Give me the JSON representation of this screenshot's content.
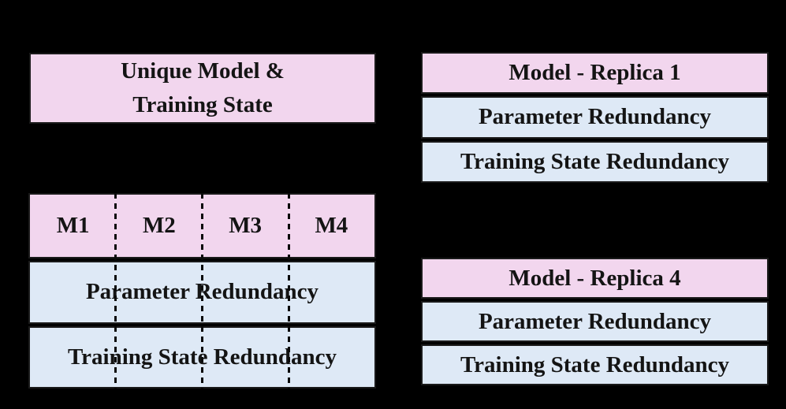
{
  "canvas": {
    "background": "#000000"
  },
  "colors": {
    "pink_fill": "#F2D6EE",
    "blue_fill": "#DEE9F6",
    "text": "#141414",
    "divider": "#0a0a0a"
  },
  "unique_box": {
    "line1": "Unique Model &",
    "line2": "Training State"
  },
  "sharded_table": {
    "shards": [
      "M1",
      "M2",
      "M3",
      "M4"
    ],
    "rows": [
      "Parameter Redundancy",
      "Training State Redundancy"
    ]
  },
  "replica_1": {
    "title": "Model - Replica 1",
    "rows": [
      "Parameter Redundancy",
      "Training State Redundancy"
    ]
  },
  "replica_4": {
    "title": "Model - Replica 4",
    "rows": [
      "Parameter Redundancy",
      "Training State Redundancy"
    ]
  }
}
